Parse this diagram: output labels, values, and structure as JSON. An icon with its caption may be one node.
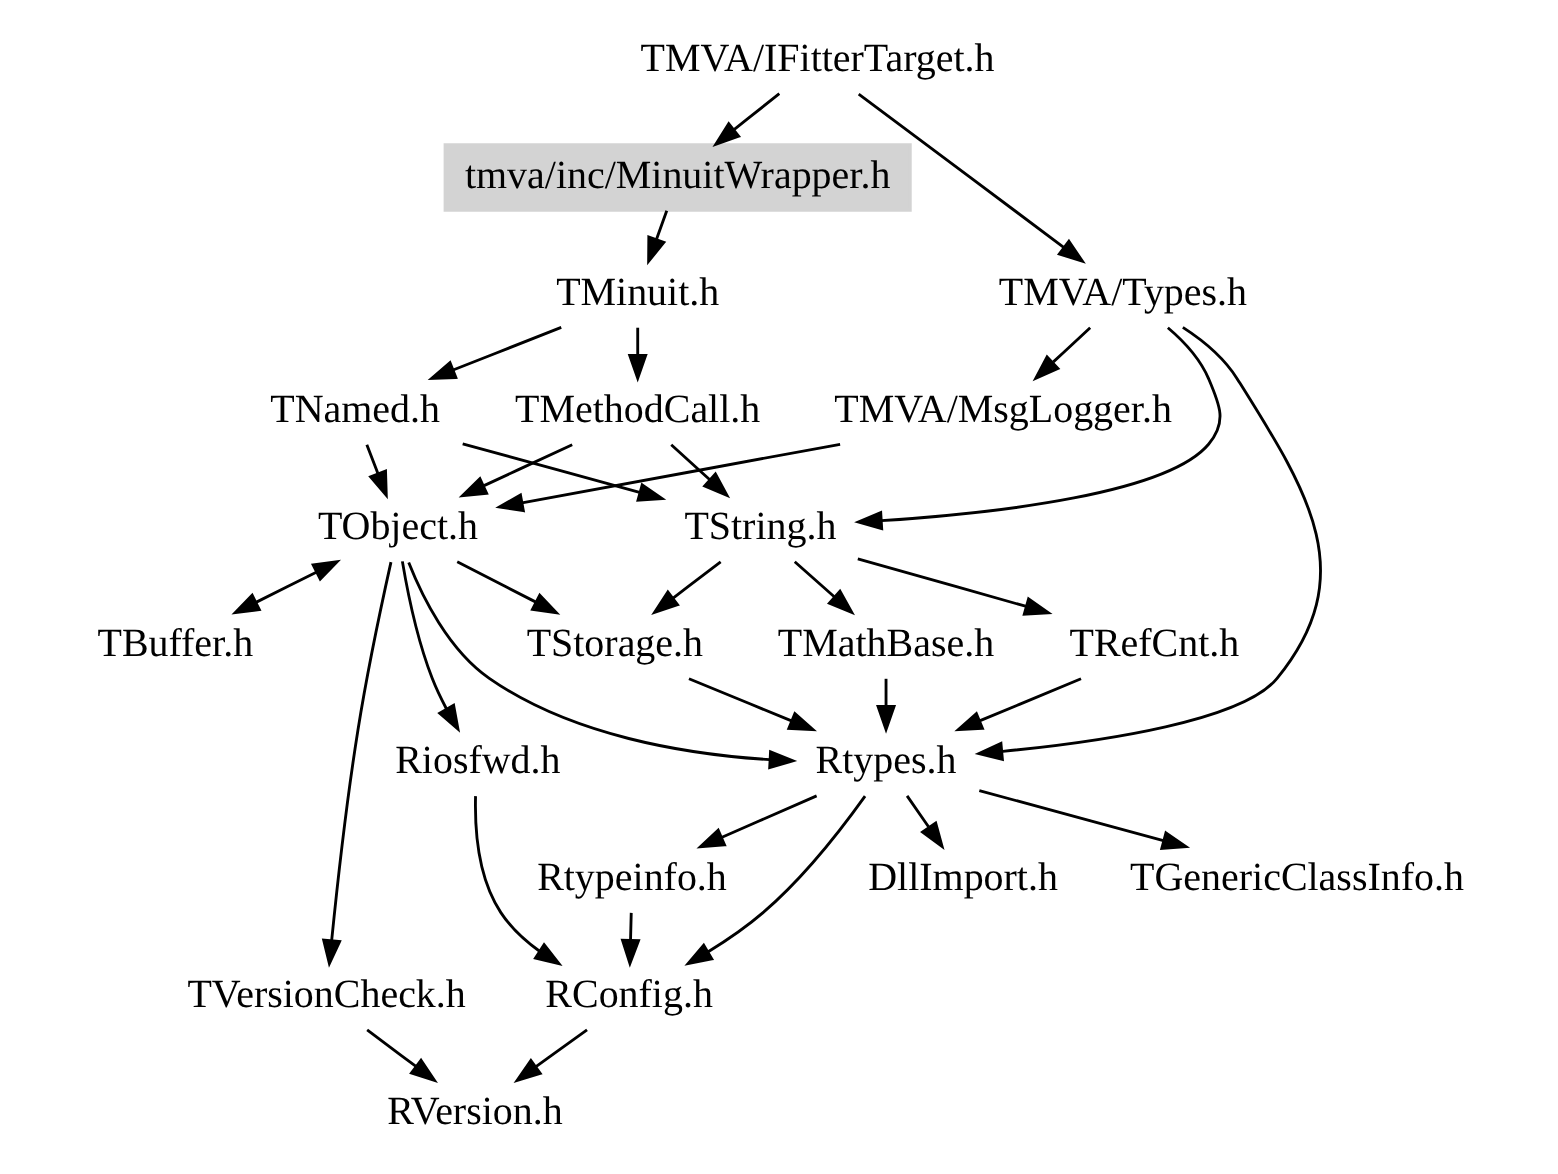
{
  "diagram": {
    "nodes": [
      {
        "text": [
          "tmva/inc/MinuitWrapper.h"
        ]
      },
      {
        "text": [
          "TMVA/IFitterTarget.h"
        ]
      },
      {
        "text": [
          "TMinuit.h"
        ]
      },
      {
        "text": [
          "TMVA/Types.h"
        ]
      },
      {
        "text": [
          "TNamed.h"
        ]
      },
      {
        "text": [
          "TMVA/MsgLogger.h"
        ]
      },
      {
        "text": [
          "TMethodCall.h"
        ]
      },
      {
        "text": [
          "TObject.h"
        ]
      },
      {
        "text": [
          "TString.h"
        ]
      },
      {
        "text": [
          "TBuffer.h"
        ]
      },
      {
        "text": [
          "Riosfwd.h"
        ]
      },
      {
        "text": [
          "TStorage.h"
        ]
      },
      {
        "text": [
          "TMathBase.h"
        ]
      },
      {
        "text": [
          "TRefCnt.h"
        ]
      },
      {
        "text": [
          "TVersionCheck.h"
        ]
      },
      {
        "text": [
          "Rtypes.h"
        ]
      },
      {
        "text": [
          "DllImport.h"
        ]
      },
      {
        "text": [
          "TGenericClassInfo.h"
        ]
      },
      {
        "text": [
          "Rtypeinfo.h"
        ]
      },
      {
        "text": [
          "RConfig.h"
        ]
      },
      {
        "text": [
          "RVersion.h"
        ]
      }
    ],
    "edges": [
      {
        "from": 0,
        "to": 2,
        "arrow": "to"
      },
      {
        "from": 1,
        "to": 0,
        "arrow": "to"
      },
      {
        "from": 1,
        "to": 3,
        "arrow": "to"
      },
      {
        "from": 2,
        "to": 4,
        "arrow": "to"
      },
      {
        "from": 2,
        "to": 6,
        "arrow": "to"
      },
      {
        "from": 3,
        "to": 5,
        "arrow": "to"
      },
      {
        "from": 3,
        "to": 8,
        "arrow": "to"
      },
      {
        "from": 3,
        "to": 15,
        "arrow": "to"
      },
      {
        "from": 4,
        "to": 7,
        "arrow": "to"
      },
      {
        "from": 4,
        "to": 8,
        "arrow": "to"
      },
      {
        "from": 5,
        "to": 7,
        "arrow": "to"
      },
      {
        "from": 6,
        "to": 7,
        "arrow": "to"
      },
      {
        "from": 6,
        "to": 8,
        "arrow": "to"
      },
      {
        "from": 7,
        "to": 9,
        "arrow": "both"
      },
      {
        "from": 7,
        "to": 10,
        "arrow": "to"
      },
      {
        "from": 7,
        "to": 11,
        "arrow": "to"
      },
      {
        "from": 7,
        "to": 14,
        "arrow": "to"
      },
      {
        "from": 7,
        "to": 15,
        "arrow": "to"
      },
      {
        "from": 8,
        "to": 11,
        "arrow": "to"
      },
      {
        "from": 8,
        "to": 12,
        "arrow": "to"
      },
      {
        "from": 8,
        "to": 13,
        "arrow": "to"
      },
      {
        "from": 10,
        "to": 19,
        "arrow": "to"
      },
      {
        "from": 11,
        "to": 15,
        "arrow": "to"
      },
      {
        "from": 12,
        "to": 15,
        "arrow": "to"
      },
      {
        "from": 13,
        "to": 15,
        "arrow": "to"
      },
      {
        "from": 14,
        "to": 20,
        "arrow": "to"
      },
      {
        "from": 15,
        "to": 16,
        "arrow": "to"
      },
      {
        "from": 15,
        "to": 17,
        "arrow": "to"
      },
      {
        "from": 15,
        "to": 18,
        "arrow": "to"
      },
      {
        "from": 15,
        "to": 19,
        "arrow": "to"
      },
      {
        "from": 18,
        "to": 19,
        "arrow": "to"
      },
      {
        "from": 19,
        "to": 20,
        "arrow": "to"
      }
    ]
  }
}
